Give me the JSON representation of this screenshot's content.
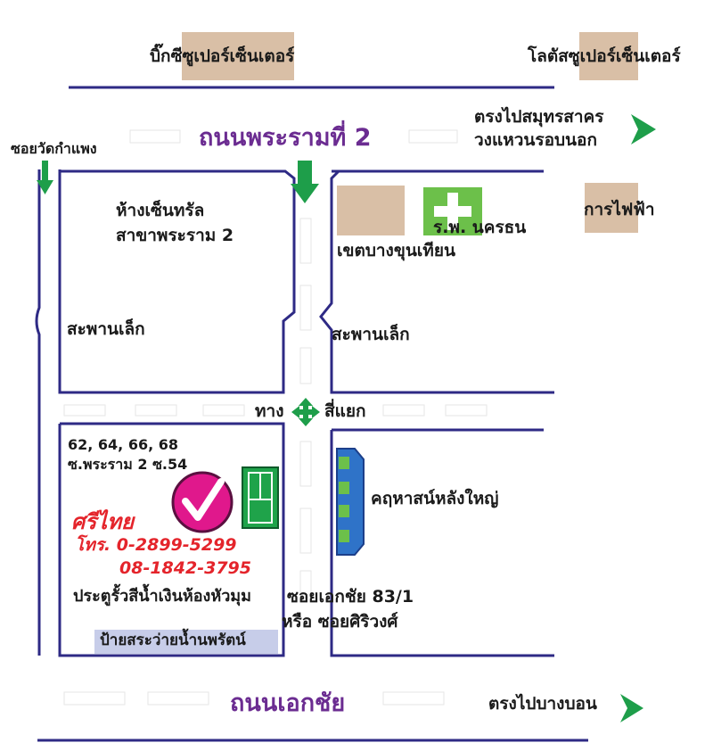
{
  "landmarks": {
    "bigc": "บิ๊กซีซูเปอร์เซ็นเตอร์",
    "lotus": "โลตัสซูเปอร์เซ็นเตอร์",
    "central_line1": "ห้างเซ็นทรัล",
    "central_line2": "สาขาพระราม 2",
    "hospital_line1": "ร.พ. นครธน",
    "hospital_line2": "เขตบางขุนเทียน",
    "electricity": "การไฟฟ้า",
    "small_bridge_left": "สะพานเล็ก",
    "small_bridge_right": "สะพานเล็ก",
    "big_house": "คฤหาสน์หลังใหญ่",
    "soi_wat": "ซอยวัดกำแพง",
    "intersection_left": "ทาง",
    "intersection_right": "สี่แยก",
    "soi_ekkachai_line1": "ซอยเอกชัย 83/1",
    "soi_ekkachai_line2": "หรือ ซอยศิริวงศ์"
  },
  "roads": {
    "rama2": "ถนนพระรามที่ 2",
    "ekkachai": "ถนนเอกชัย",
    "direction_top_line1": "ตรงไปสมุทรสาคร",
    "direction_top_line2": "วงแหวนรอบนอก",
    "direction_bottom": "ตรงไปบางบอน"
  },
  "shop": {
    "address_line1": "62, 64, 66, 68",
    "address_line2": "ซ.พระราม 2 ซ.54",
    "name": "ศรีไทย",
    "phone1": "โทร. 0-2899-5299",
    "phone2": "08-1842-3795",
    "gate_note": "ประตูรั้วสีน้ำเงินห้องหัวมุม",
    "sign_note": "ป้ายสระว่ายน้ำนพรัตน์"
  },
  "colors": {
    "road_line": "#2e2a85",
    "road_name": "#6b2c91",
    "arrow_green": "#1e9e4a",
    "checkmark_pink": "#e0188c",
    "shop_red": "#e4242b",
    "tag_beige": "#d9bfa6",
    "sign_blue": "#c7cde9"
  }
}
